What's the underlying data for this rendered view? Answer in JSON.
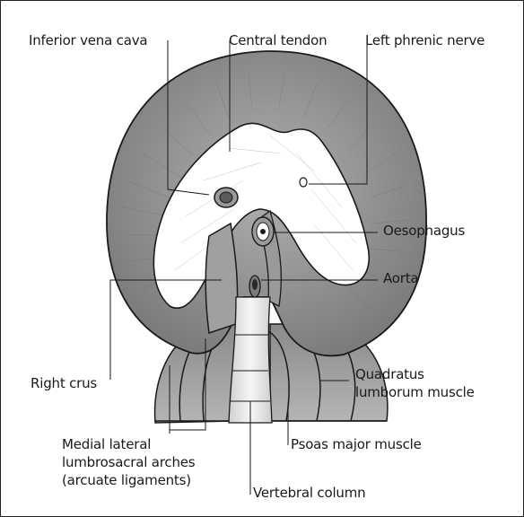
{
  "labels": {
    "inferior_vena_cava": "Inferior vena cava",
    "central_tendon": "Central tendon",
    "left_phrenic_nerve": "Left phrenic nerve",
    "oesophagus": "Oesophagus",
    "aorta": "Aorta",
    "right_crus": "Right crus",
    "quadratus_lumborum_line1": "Quadratus",
    "quadratus_lumborum_line2": "lumborum muscle",
    "medial_lateral_line1": "Medial lateral",
    "medial_lateral_line2": "lumbrosacral arches",
    "medial_lateral_line3": "(arcuate ligaments)",
    "psoas_major": "Psoas major muscle",
    "vertebral_column": "Vertebral column"
  },
  "colors": {
    "muscle": "#8e8e8e",
    "muscle_dark": "#6f6f6f",
    "tendon": "#ffffff",
    "outline": "#1a1a1a",
    "lower_muscle": "#9a9a9a",
    "spine": "#e8e8e8"
  }
}
